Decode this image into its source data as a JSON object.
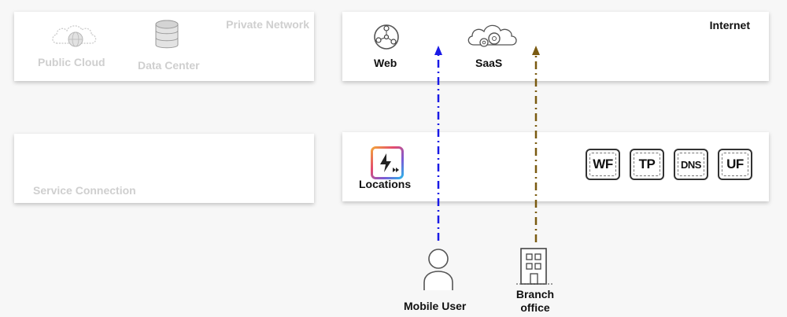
{
  "panels": {
    "private_network": {
      "title": "Private Network"
    },
    "internet": {
      "title": "Internet"
    },
    "service_connection": {
      "title": "Service Connection"
    }
  },
  "nodes": {
    "public_cloud": "Public Cloud",
    "data_center": "Data Center",
    "web": "Web",
    "saas": "SaaS",
    "locations": "Locations",
    "mobile_user": "Mobile User",
    "branch_office": "Branch office"
  },
  "badges": [
    "WF",
    "TP",
    "DNS",
    "UF"
  ],
  "colors": {
    "mobile_path": "#1a1ae6",
    "branch_path": "#7a5a10",
    "muted_text": "#cfcfcf",
    "dark_text": "#111111"
  },
  "icons": {
    "public_cloud": "cloud-globe-icon",
    "data_center": "database-icon",
    "web": "network-globe-icon",
    "saas": "cloud-gears-icon",
    "locations": "locations-logo-icon",
    "mobile_user": "user-icon",
    "branch_office": "building-icon"
  }
}
